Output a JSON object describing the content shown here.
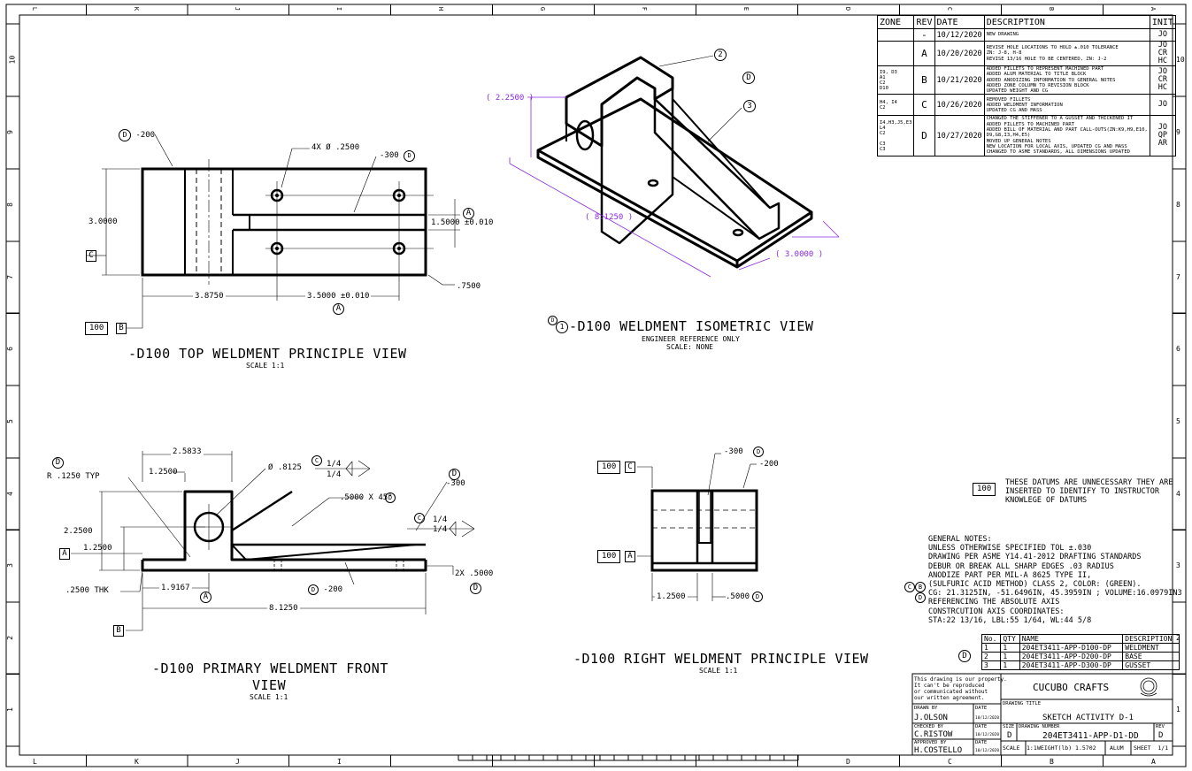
{
  "border": {
    "top_cols": [
      "L",
      "K",
      "J",
      "I",
      "H",
      "G",
      "F",
      "E",
      "D",
      "C",
      "B",
      "A"
    ],
    "bottom_cols": [
      "L",
      "K",
      "J",
      "I",
      "D",
      "C",
      "B",
      "A"
    ],
    "rows": [
      "10",
      "9",
      "8",
      "7",
      "6",
      "5",
      "4",
      "3",
      "2",
      "1"
    ]
  },
  "revisions": {
    "headers": {
      "zone": "ZONE",
      "rev": "REV",
      "date": "DATE",
      "desc": "DESCRIPTION",
      "init": "INIT"
    },
    "rows": [
      {
        "zone": "",
        "rev": "-",
        "date": "10/12/2020",
        "desc": "NEW DRAWING",
        "init": "JO"
      },
      {
        "zone": "",
        "rev": "A",
        "date": "10/20/2020",
        "desc": "REVISE HOLE LOCATIONS TO HOLD ±.010 TOLERANCE\nZN: J-8, H-8\nREVISE 13/16 HOLE TO BE CENTERED, ZN: J-2",
        "init": "JO\nCR\nHC"
      },
      {
        "zone": "I9, D3\nA1\nC2\nD10",
        "rev": "B",
        "date": "10/21/2020",
        "desc": "ADDED FILLETS TO REPRESENT MACHINED PART\nADDED ALUM MATERIAL TO TITLE BLOCK\nADDED ANODIZING INFORMATION TO GENERAL NOTES\nADDED ZONE COLUMN TO REVISION BLOCK\nUPDATED WEIGHT AND CG",
        "init": "JO\nCR\nHC"
      },
      {
        "zone": "H4, I4\nC2",
        "rev": "C",
        "date": "10/26/2020",
        "desc": "REMOVED FILLETS\nADDED WELDMENT INFORMATION\nUPDATED CG AND MASS",
        "init": "JO"
      },
      {
        "zone": "I4,H3,J5,E3\nL4\nC2\n\nC3\nC3",
        "rev": "D",
        "date": "10/27/2020",
        "desc": "CHANGED THE STIFFENER TO A GUSSET AND THICKENED IT\nADDED FILLETS TO MACHINED PART\nADDED BILL OF MATERIAL AND PART CALL-OUTS(ZN:K9,H9,E10,\nD9,G8,I3,H4,E5)\nMOVED UP GENERAL NOTES\nNEW LOCATION FOR LOCAL AXIS, UPDATED CG AND MASS\nCHANGED TO ASME STANDARDS, ALL DIMENSIONS UPDATED",
        "init": "JO\nQP\nAR"
      }
    ]
  },
  "views": {
    "top": {
      "title": "-D100 TOP WELDMENT PRINCIPLE VIEW",
      "scale": "SCALE 1:1"
    },
    "iso": {
      "title": "-D100 WELDMENT ISOMETRIC VIEW",
      "sub1": "ENGINEER REFERENCE ONLY",
      "sub2": "SCALE: NONE",
      "bubble1": "D",
      "bubble2": "1"
    },
    "front": {
      "title1": "-D100 PRIMARY WELDMENT FRONT",
      "title2": "VIEW",
      "scale": "SCALE 1:1"
    },
    "right": {
      "title": "-D100 RIGHT WELDMENT PRINCIPLE VIEW",
      "scale": "SCALE 1:1"
    }
  },
  "top_dims": {
    "callout_d": "D",
    "callout_200": "-200",
    "holes": "4X Ø .2500",
    "p300": "-300",
    "p300_bubble": "D",
    "height": "3.0000",
    "datum_c": "C",
    "slot": "1.5000 ±0.010",
    "datum_a": "A",
    "left_w": "3.8750",
    "hole_sp": "3.5000 ±0.010",
    "datum_a2": "A",
    "small": ".7500",
    "flag100": "100",
    "datum_b": "B"
  },
  "front_dims": {
    "d_bubble": "D",
    "radius": "R .1250 TYP",
    "w1": "2.5833",
    "w2": "1.2500",
    "dia": "Ø .8125",
    "weld1_c": "C",
    "weld1_a": "1/4",
    "weld1_b": "1/4",
    "chamfer": ".5000 X 45°",
    "chamfer_d": "D",
    "p300_d": "D",
    "p300": "-300",
    "weld2_c": "C",
    "weld2_a": "1/4",
    "weld2_b": "1/4",
    "h1": "2.2500",
    "h2": "1.2500",
    "datum_a": "A",
    "thk": ".2500 THK",
    "w3": "1.9167",
    "datum_a2": "A",
    "p200_d": "D",
    "p200": "-200",
    "slot2x": "2X .5000",
    "slot_d": "D",
    "len": "8.1250",
    "datum_b": "B"
  },
  "iso_dims": {
    "h": "( 2.2500 )",
    "l": "( 8.1250 )",
    "w": "( 3.0000 )",
    "c2": "2",
    "cd": "D",
    "c3": "3"
  },
  "right_dims": {
    "flag100a": "100",
    "datum_c": "C",
    "p300": "-300",
    "p300_d": "D",
    "p200": "-200",
    "flag100b": "100",
    "datum_a": "A",
    "w1": "1.2500",
    "w2": ".5000",
    "w2_d": "D"
  },
  "datum_note": {
    "flag": "100",
    "text": "THESE DATUMS ARE UNNECESSARY THEY ARE\nINSERTED TO IDENTIFY TO INSTRUCTOR\nKNOWLEGE OF DATUMS"
  },
  "general_notes": {
    "lines": [
      "GENERAL NOTES:",
      "UNLESS OTHERWISE SPECIFIED TOL ±.030",
      "DRAWING PER ASME Y14.41-2012 DRAFTING STANDARDS",
      "DEBUR OR BREAK ALL SHARP EDGES .03 RADIUS",
      "ANODIZE PART PER MIL-A 8625 TYPE II,",
      "(SULFURIC ACID METHOD) CLASS 2, COLOR: (GREEN).",
      "CG: 21.3125IN, -51.6496IN, 45.3959IN ; VOLUME:16.0979IN3",
      "REFERENCING THE ABSOLUTE AXIS",
      "CONSTRCUTION AXIS COORDINATES:",
      "STA:22 13/16, LBL:55 1/64, WL:44 5/8"
    ],
    "cg_bubble1": "C",
    "cg_bubble2": "B",
    "ref_bubble": "D"
  },
  "bom": {
    "bubble": "D",
    "headers": [
      "No.",
      "QTY",
      "NAME",
      "DESCRIPTION"
    ],
    "rows": [
      [
        "1",
        "1",
        "204ET3411-APP-D100-DP",
        "WELDMENT"
      ],
      [
        "2",
        "1",
        "204ET3411-APP-D200-DP",
        "BASE"
      ],
      [
        "3",
        "1",
        "204ET3411-APP-D300-DP",
        "GUSSET"
      ]
    ]
  },
  "title_block": {
    "property": "This drawing is our property.\nIt can't be reproduced\nor communicated without\nour written agreement.",
    "company": "CUCUBO CRAFTS",
    "drawing_title_label": "DRAWING TITLE",
    "drawing_title": "SKETCH ACTIVITY D-1",
    "drawn_by_label": "DRAWN BY",
    "drawn_by": "J.OLSON",
    "checked_by_label": "CHECKED BY",
    "checked_by": "C.RISTOW",
    "approved_by_label": "APPROVED BY",
    "approved_by": "H.COSTELLO",
    "date_label": "DATE",
    "date1": "10/12/2020",
    "date2": "10/12/2020",
    "date3": "10/12/2020",
    "size_label": "SIZE",
    "size": "D",
    "dwg_no_label": "DRAWING NUMBER",
    "dwg_no": "204ET3411-APP-D1-DD",
    "rev_label": "REV",
    "rev": "D",
    "scale_label": "SCALE",
    "scale": "1:1",
    "weight": "WEIGHT(lb) 1.5702",
    "material": "ALUM",
    "sheet": "SHEET  1/1"
  }
}
